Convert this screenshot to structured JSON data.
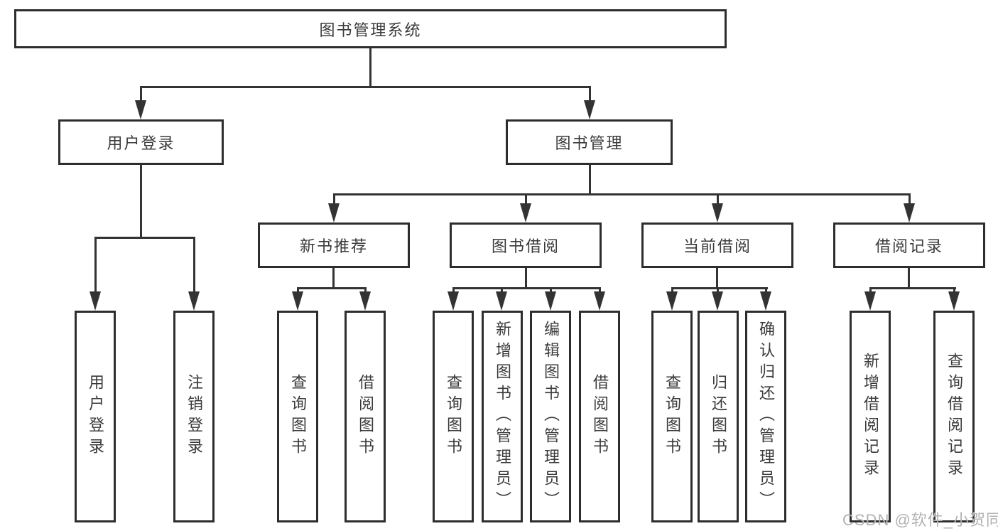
{
  "diagram_title": "图书管理系统",
  "tree": {
    "label": "图书管理系统",
    "children": [
      {
        "label": "用户登录",
        "children": [
          {
            "label": "用户登录"
          },
          {
            "label": "注销登录"
          }
        ]
      },
      {
        "label": "图书管理",
        "children": [
          {
            "label": "新书推荐",
            "children": [
              {
                "label": "查询图书"
              },
              {
                "label": "借阅图书"
              }
            ]
          },
          {
            "label": "图书借阅",
            "children": [
              {
                "label": "查询图书"
              },
              {
                "label": "新增图书（管理员）"
              },
              {
                "label": "编辑图书（管理员）"
              },
              {
                "label": "借阅图书"
              }
            ]
          },
          {
            "label": "当前借阅",
            "children": [
              {
                "label": "查询图书"
              },
              {
                "label": "归还图书"
              },
              {
                "label": "确认归还（管理员）"
              }
            ]
          },
          {
            "label": "借阅记录",
            "children": [
              {
                "label": "新增借阅记录"
              },
              {
                "label": "查询借阅记录"
              }
            ]
          }
        ]
      }
    ]
  },
  "watermark": "CSDN @软件_小贺同学",
  "colors": {
    "background": "#ffffff",
    "box_border": "#2d2d2d",
    "connector_line": "#333333",
    "text": "#3a3a3a",
    "watermark_text": "#b2b2b2"
  }
}
